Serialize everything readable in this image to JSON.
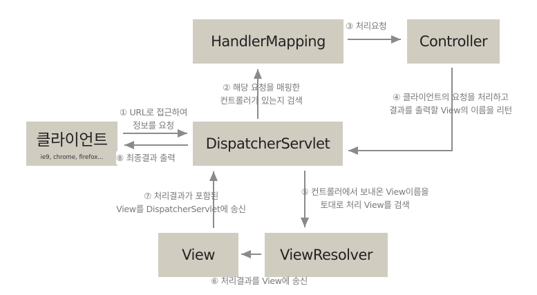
{
  "nodes": {
    "handler_mapping": "HandlerMapping",
    "controller": "Controller",
    "client": "클라이언트",
    "client_sub": "ie9, chrome, firefox...",
    "dispatcher": "DispatcherServlet",
    "view": "View",
    "view_resolver": "ViewResolver"
  },
  "steps": {
    "s1": [
      "① URL로 접근하여",
      "정보를 요청"
    ],
    "s2": [
      "② 해당 요청을 매핑한",
      "컨트롤러가 있는지 검색"
    ],
    "s3": "③ 처리요청",
    "s4": [
      "④ 클라이언트의 요청을 처리하고",
      "결과를 출력할 View의 이름을 리턴"
    ],
    "s5": [
      "⑤ 컨트롤러에서 보내온 View이름을",
      "토대로 처리 View를 검색"
    ],
    "s6": "⑥ 처리결과를 View에 송신",
    "s7": [
      "⑦ 처리결과가 포함된",
      "View를 DispatcherServlet에 송신"
    ],
    "s8": "⑧ 최종결과 출력"
  },
  "colors": {
    "box": "#d0ccc0",
    "arrow": "#8a8a8a",
    "label": "#7a7a7a"
  }
}
